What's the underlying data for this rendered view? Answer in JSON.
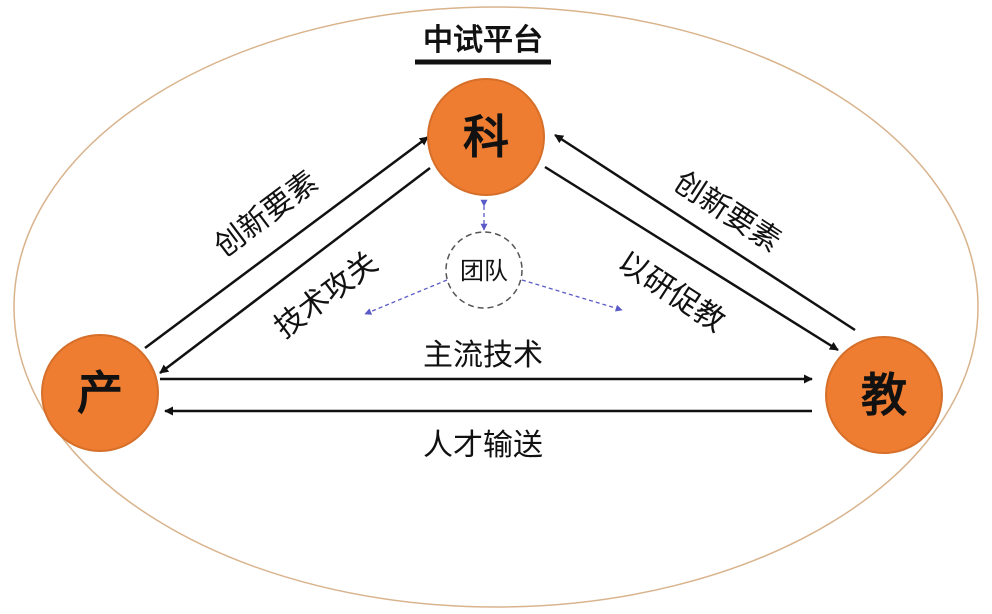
{
  "title": "中试平台",
  "nodes": {
    "ke": "科",
    "chan": "产",
    "jiao": "教"
  },
  "center": "团队",
  "edges": {
    "chan_to_ke": "创新要素",
    "ke_to_chan": "技术攻关",
    "jiao_to_ke": "创新要素",
    "ke_to_jiao": "以研促教",
    "chan_to_jiao": "主流技术",
    "jiao_to_chan": "人才输送"
  },
  "colors": {
    "node_fill": "#EE7D31",
    "node_stroke": "#D66F29",
    "ellipse_stroke": "#D9B38C",
    "arrow": "#111111",
    "dash": "#5A5AC8"
  }
}
